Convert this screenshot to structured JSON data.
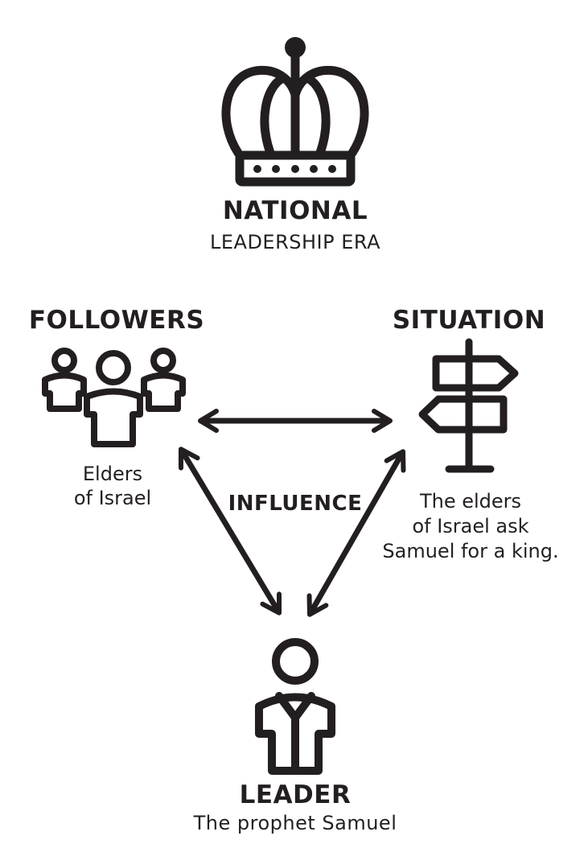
{
  "era": {
    "title": "NATIONAL",
    "subtitle": "LEADERSHIP ERA",
    "icon": "crown-icon"
  },
  "followers": {
    "title": "FOLLOWERS",
    "line1": "Elders",
    "line2": "of Israel",
    "icon": "people-group-icon"
  },
  "situation": {
    "title": "SITUATION",
    "line1": "The elders",
    "line2": "of Israel ask",
    "line3": "Samuel for a king.",
    "icon": "signpost-icon"
  },
  "leader": {
    "title": "LEADER",
    "subtitle": "The prophet Samuel",
    "icon": "person-icon"
  },
  "center_label": "INFLUENCE",
  "colors": {
    "ink": "#231f20",
    "background": "#ffffff"
  }
}
